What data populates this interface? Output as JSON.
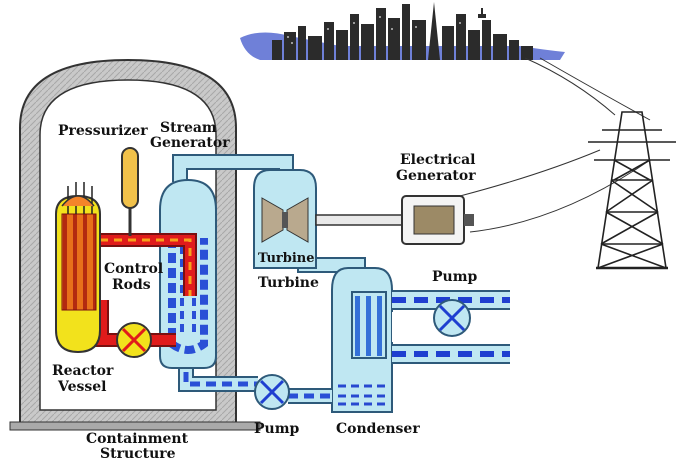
{
  "labels": {
    "pressurizer": "Pressurizer",
    "stream_generator_1": "Stream",
    "stream_generator_2": "Generator",
    "electrical_generator_1": "Electrical",
    "electrical_generator_2": "Generator",
    "control_rods_1": "Control",
    "control_rods_2": "Rods",
    "turbine_inner": "Turbine",
    "turbine_outer": "Turbine",
    "pump_right": "Pump",
    "reactor_vessel_1": "Reactor",
    "reactor_vessel_2": "Vessel",
    "pump_bottom": "Pump",
    "condenser": "Condenser",
    "containment_1": "Containment",
    "containment_2": "Structure"
  },
  "colors": {
    "primary_loop": "#e01b1b",
    "secondary_loop": "#2a4fd6",
    "cooling_loop": "#1f3fd0",
    "reactor_core": "#f2e21c",
    "pressurizer": "#f1c14a",
    "water_light": "#bfe7f2",
    "containment": "#d8d8d8"
  },
  "icons": [
    "city-skyline-icon",
    "transmission-tower-icon"
  ]
}
